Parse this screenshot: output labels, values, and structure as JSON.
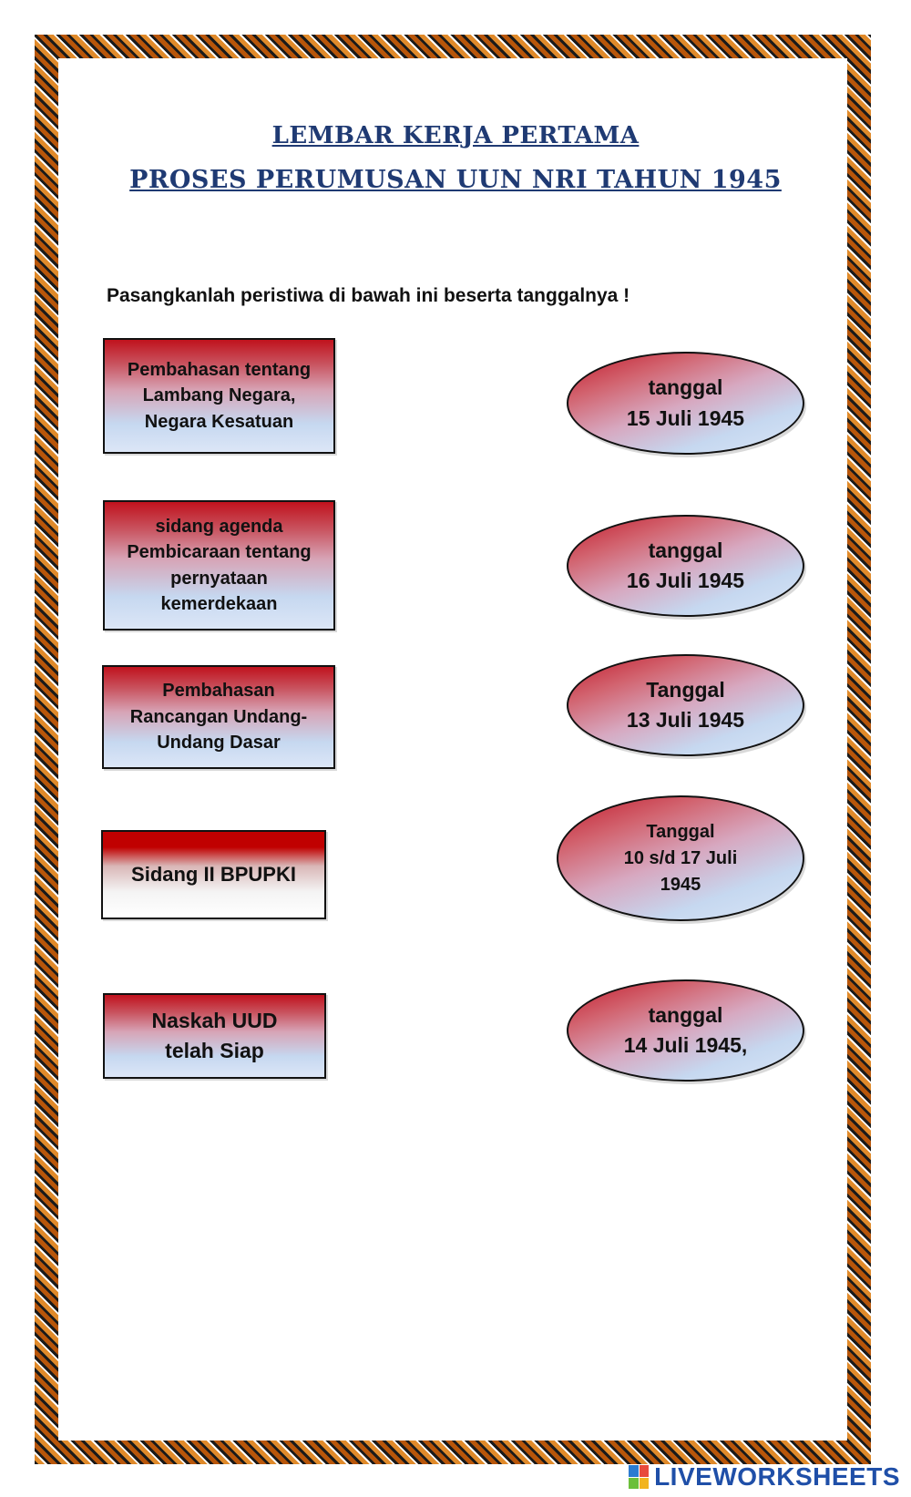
{
  "title_line1": "LEMBAR KERJA PERTAMA",
  "title_line2": "PROSES PERUMUSAN UUN NRI TAHUN 1945",
  "instruction": "Pasangkanlah peristiwa di bawah ini beserta tanggalnya !",
  "events": [
    "Pembahasan tentang\nLambang Negara,\nNegara Kesatuan",
    "sidang agenda\nPembicaraan tentang\npernyataan\nkemerdekaan",
    "Pembahasan\nRancangan Undang-\nUndang Dasar",
    "Sidang II BPUPKI",
    "Naskah UUD\ntelah Siap"
  ],
  "dates": [
    "tanggal\n15 Juli 1945",
    "tanggal\n16 Juli 1945",
    "Tanggal\n13 Juli 1945",
    "Tanggal\n10 s/d 17 Juli\n1945",
    "tanggal\n14 Juli 1945,"
  ],
  "brand": "LIVEWORKSHEETS",
  "colors": {
    "title": "#1f3a73",
    "border_orange": "#c9640f",
    "card_red": "#c0121d",
    "card_blue": "#c6d8f0",
    "brand_blue": "#1f4fa8"
  }
}
